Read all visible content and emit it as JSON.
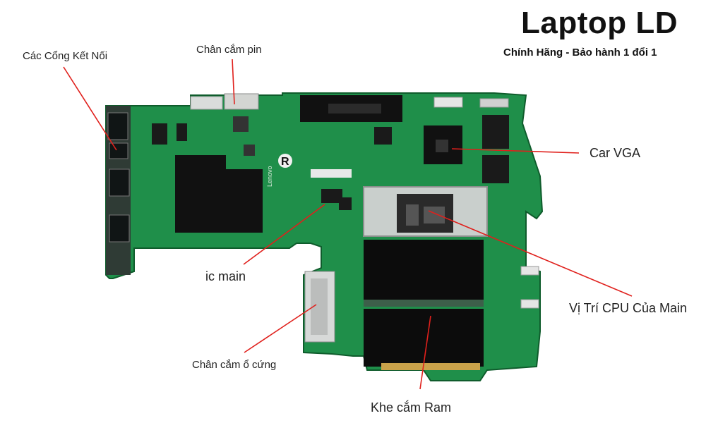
{
  "header": {
    "title": "Laptop LD",
    "subtitle": "Chính Hãng - Bảo hành 1 đổi 1"
  },
  "callouts": {
    "ports": "Các Cổng Kết Nối",
    "battery_connector": "Chân cắm pin",
    "vga": "Car VGA",
    "ic_main": "ic main",
    "cpu": "Vị Trí CPU Của Main",
    "hdd_connector": "Chân cắm ổ cứng",
    "ram_slots": "Khe cắm Ram"
  },
  "board": {
    "brand_print": "Lenovo",
    "mark": "R"
  },
  "colors": {
    "pcb": "#1f8f4a",
    "pcb_dark": "#17713a",
    "chip": "#111111",
    "shield": "#c9cfcc",
    "leader": "#e0201c"
  }
}
